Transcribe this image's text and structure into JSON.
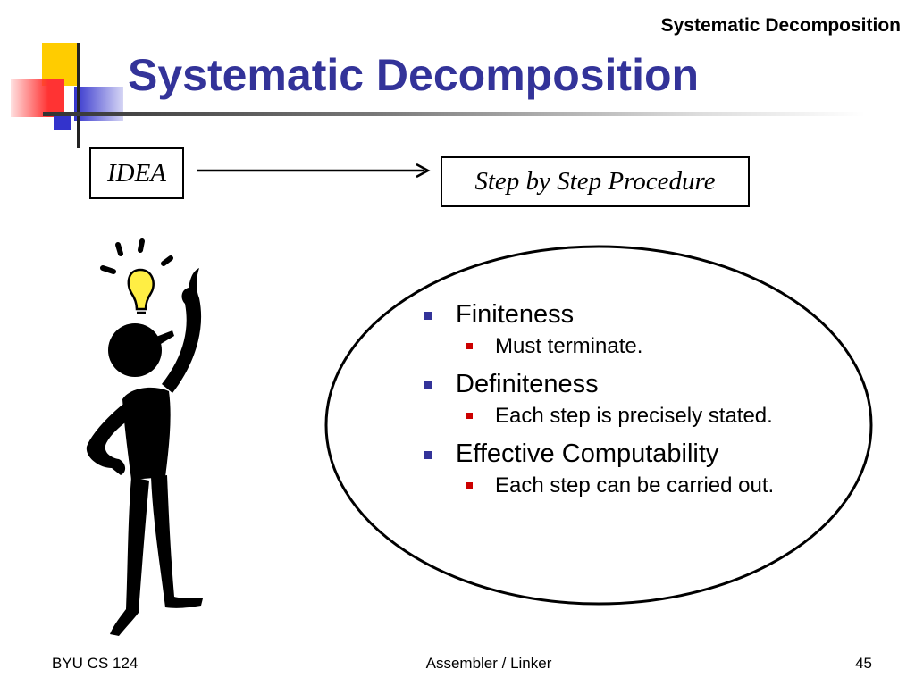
{
  "slide": {
    "header_corner": "Systematic Decomposition",
    "title": "Systematic Decomposition",
    "idea_label": "IDEA",
    "procedure_label": "Step by Step Procedure",
    "bullets": [
      {
        "text": "Finiteness",
        "sub": [
          "Must terminate."
        ]
      },
      {
        "text": "Definiteness",
        "sub": [
          "Each step is precisely stated."
        ]
      },
      {
        "text": "Effective Computability",
        "sub": [
          "Each step can be carried out."
        ]
      }
    ]
  },
  "footer": {
    "left": "BYU CS 124",
    "center": "Assembler / Linker",
    "right": "45"
  },
  "colors": {
    "title": "#333399",
    "bullet_l1": "#333399",
    "bullet_l2": "#cc0000",
    "deco_yellow": "#ffcc00",
    "deco_blue": "#3333cc",
    "deco_red": "#ff3333"
  },
  "icons": [
    "decorative-squares",
    "arrow-right",
    "lightbulb-icon",
    "thinking-stick-figure"
  ]
}
